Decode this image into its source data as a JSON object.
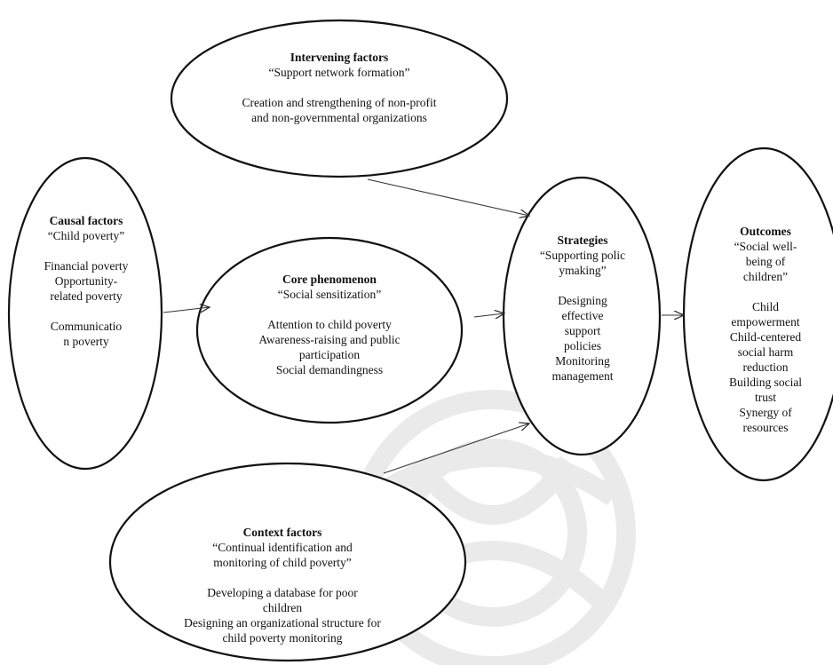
{
  "nodes": {
    "intervening": {
      "title": "Intervening factors",
      "quote": "“Support network formation”",
      "items": "Creation and strengthening of non-profit and non-governmental organizations"
    },
    "causal": {
      "title": "Causal factors",
      "quote": "“Child poverty”",
      "items": [
        "Financial poverty",
        "Opportunity-related poverty",
        "Communication poverty"
      ]
    },
    "core": {
      "title": "Core phenomenon",
      "quote": "“Social sensitization”",
      "items": [
        "Attention to child poverty",
        "Awareness-raising and public participation",
        "Social demandingness"
      ]
    },
    "strategies": {
      "title": "Strategies",
      "quote": "“Supporting policymaking”",
      "items": [
        "Designing effective support policies",
        "Monitoring management"
      ]
    },
    "outcomes": {
      "title": "Outcomes",
      "quote": "“Social well-being of children”",
      "items": [
        "Child empowerment",
        "Child-centered social harm reduction",
        "Building social trust",
        "Synergy of resources"
      ]
    },
    "context": {
      "title": "Context factors",
      "quote": "“Continual identification and monitoring of child poverty”",
      "items": [
        "Developing a database for poor children",
        "Designing an organizational structure for child poverty monitoring"
      ]
    }
  },
  "edges": [
    {
      "from": "intervening",
      "to": "strategies"
    },
    {
      "from": "causal",
      "to": "core"
    },
    {
      "from": "core",
      "to": "strategies"
    },
    {
      "from": "context",
      "to": "strategies"
    },
    {
      "from": "strategies",
      "to": "outcomes"
    }
  ]
}
